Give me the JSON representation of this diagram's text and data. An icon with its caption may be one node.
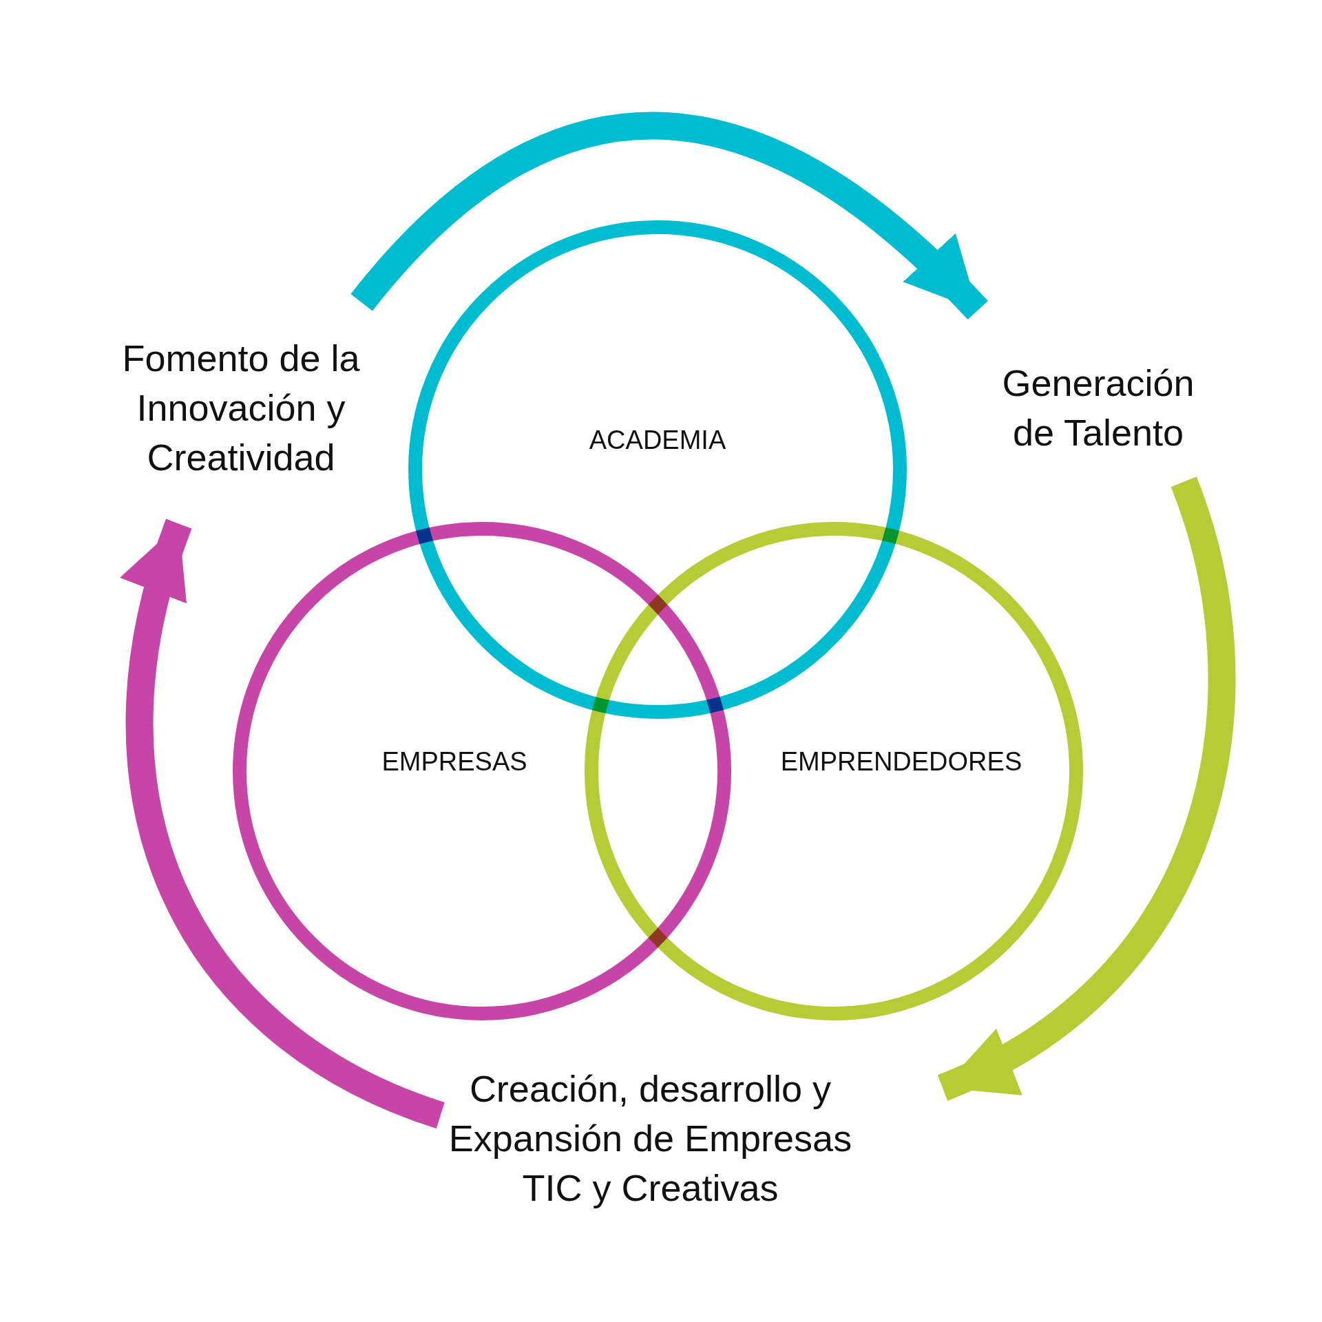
{
  "diagram": {
    "nodes": [
      {
        "text": [
          "Fomento de la Innovación y Creatividad"
        ]
      },
      {
        "text": [
          "ACADEMIA"
        ]
      },
      {
        "text": [
          "Generación de Talento"
        ]
      },
      {
        "text": [
          "EMPRESAS"
        ]
      },
      {
        "text": [
          "EMPRENDEDORES"
        ]
      },
      {
        "text": [
          "Creación, desarrollo y Expansión de Empresas TIC y Creativas"
        ]
      }
    ],
    "edges": [
      {
        "from": 0,
        "to": 2,
        "arrow": "to",
        "color": "#00bcd0"
      },
      {
        "from": 2,
        "to": 5,
        "arrow": "to",
        "color": "#b5cc34"
      },
      {
        "from": 5,
        "to": 0,
        "arrow": "to",
        "color": "#c845a8"
      }
    ]
  }
}
